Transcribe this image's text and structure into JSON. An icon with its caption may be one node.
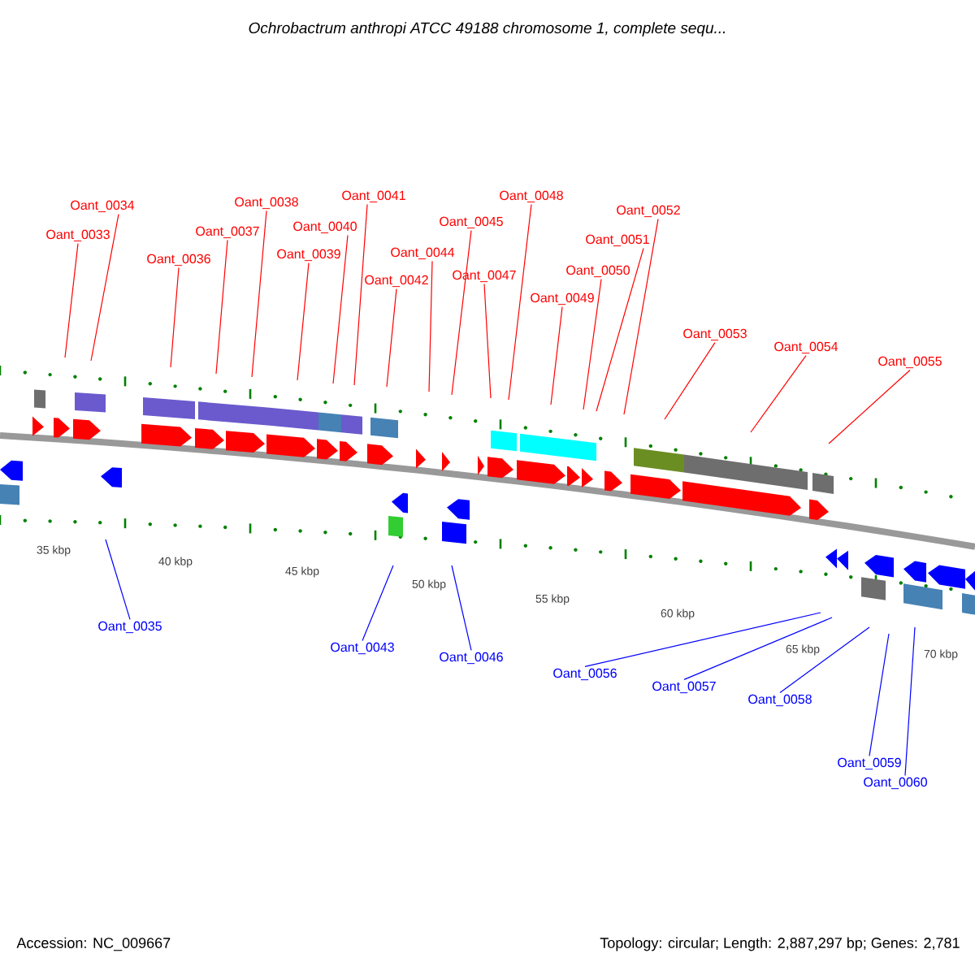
{
  "diagram": {
    "title": "Ochrobactrum anthropi ATCC 49188 chromosome 1, complete sequ...",
    "nodes": [
      {
        "text": [
          "Oant_0033"
        ]
      },
      {
        "text": [
          "Oant_0034"
        ]
      },
      {
        "text": [
          "Oant_0036"
        ]
      },
      {
        "text": [
          "Oant_0037"
        ]
      },
      {
        "text": [
          "Oant_0038"
        ]
      },
      {
        "text": [
          "Oant_0039"
        ]
      },
      {
        "text": [
          "Oant_0040"
        ]
      },
      {
        "text": [
          "Oant_0041"
        ]
      },
      {
        "text": [
          "Oant_0042"
        ]
      },
      {
        "text": [
          "Oant_0044"
        ]
      },
      {
        "text": [
          "Oant_0045"
        ]
      },
      {
        "text": [
          "Oant_0047"
        ]
      },
      {
        "text": [
          "Oant_0048"
        ]
      },
      {
        "text": [
          "Oant_0049"
        ]
      },
      {
        "text": [
          "Oant_0050"
        ]
      },
      {
        "text": [
          "Oant_0051"
        ]
      },
      {
        "text": [
          "Oant_0052"
        ]
      },
      {
        "text": [
          "Oant_0053"
        ]
      },
      {
        "text": [
          "Oant_0054"
        ]
      },
      {
        "text": [
          "Oant_0055"
        ]
      },
      {
        "text": [
          "Oant_0035"
        ]
      },
      {
        "text": [
          "Oant_0043"
        ]
      },
      {
        "text": [
          "Oant_0046"
        ]
      },
      {
        "text": [
          "Oant_0056"
        ]
      },
      {
        "text": [
          "Oant_0057"
        ]
      },
      {
        "text": [
          "Oant_0058"
        ]
      },
      {
        "text": [
          "Oant_0059"
        ]
      },
      {
        "text": [
          "Oant_0060"
        ]
      }
    ],
    "edges": [
      {
        "from": 0,
        "to": null,
        "arrow": "none"
      },
      {
        "from": 1,
        "to": null,
        "arrow": "none"
      },
      {
        "from": 2,
        "to": null,
        "arrow": "none"
      },
      {
        "from": 3,
        "to": null,
        "arrow": "none"
      },
      {
        "from": 4,
        "to": null,
        "arrow": "none"
      },
      {
        "from": 5,
        "to": null,
        "arrow": "none"
      },
      {
        "from": 6,
        "to": null,
        "arrow": "none"
      },
      {
        "from": 7,
        "to": null,
        "arrow": "none"
      },
      {
        "from": 8,
        "to": null,
        "arrow": "none"
      },
      {
        "from": 9,
        "to": null,
        "arrow": "none"
      },
      {
        "from": 10,
        "to": null,
        "arrow": "none"
      },
      {
        "from": 11,
        "to": null,
        "arrow": "none"
      },
      {
        "from": 12,
        "to": null,
        "arrow": "none"
      },
      {
        "from": 13,
        "to": null,
        "arrow": "none"
      },
      {
        "from": 14,
        "to": null,
        "arrow": "none"
      },
      {
        "from": 15,
        "to": null,
        "arrow": "none"
      },
      {
        "from": 16,
        "to": null,
        "arrow": "none"
      },
      {
        "from": 17,
        "to": null,
        "arrow": "none"
      },
      {
        "from": 18,
        "to": null,
        "arrow": "none"
      },
      {
        "from": 19,
        "to": null,
        "arrow": "none"
      },
      {
        "from": 20,
        "to": null,
        "arrow": "none",
        "color": "#0000ff"
      },
      {
        "from": 21,
        "to": null,
        "arrow": "none",
        "color": "#0000ff"
      },
      {
        "from": 22,
        "to": null,
        "arrow": "none",
        "color": "#0000ff"
      },
      {
        "from": 23,
        "to": null,
        "arrow": "none",
        "color": "#0000ff"
      },
      {
        "from": 24,
        "to": null,
        "arrow": "none",
        "color": "#0000ff"
      },
      {
        "from": 25,
        "to": null,
        "arrow": "none",
        "color": "#0000ff"
      },
      {
        "from": 26,
        "to": null,
        "arrow": "none",
        "color": "#0000ff"
      },
      {
        "from": 27,
        "to": null,
        "arrow": "none",
        "color": "#0000ff"
      }
    ],
    "labels": [
      "35 kbp",
      "40 kbp",
      "45 kbp",
      "50 kbp",
      "55 kbp",
      "60 kbp",
      "65 kbp",
      "70 kbp",
      "Accession: NC_009667",
      "Topology: circular; Length: 2,887,297 bp; Genes: 2,781"
    ]
  }
}
